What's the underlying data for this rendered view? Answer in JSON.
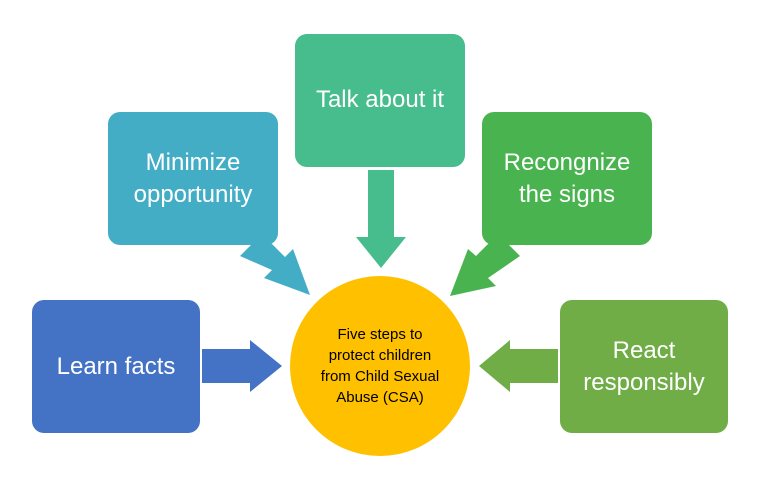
{
  "colors": {
    "learn": "#4472c4",
    "minimize": "#44adc6",
    "talk": "#47bc8c",
    "recognize": "#49b34f",
    "react": "#70ad47",
    "center": "#ffc000"
  },
  "center": {
    "text": "Five steps to protect children from Child Sexual Abuse (CSA)"
  },
  "steps": {
    "learn": "Learn facts",
    "minimize": "Minimize opportunity",
    "talk": "Talk about it",
    "recognize": "Recongnize the signs",
    "react": "React responsibly"
  }
}
